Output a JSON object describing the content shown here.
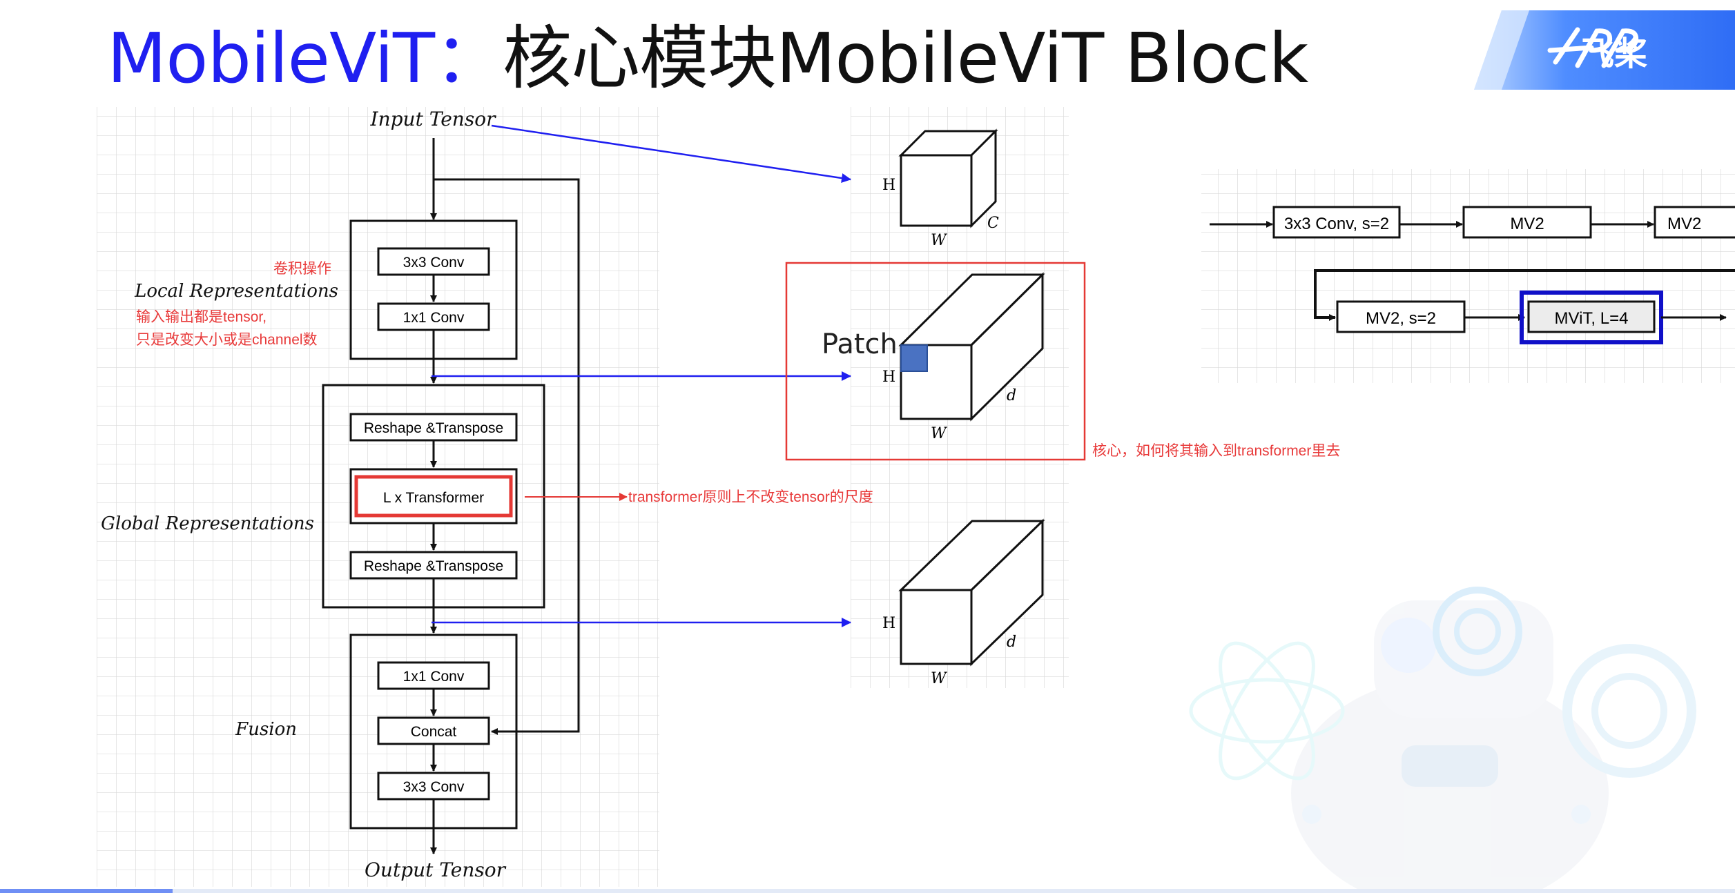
{
  "title": {
    "en": "MobileViT",
    "sep": "：",
    "zh": "核心模块",
    "en2": "MobileViT Block"
  },
  "logo": {
    "text": "飞桨"
  },
  "left_diagram": {
    "input": "Input Tensor",
    "output": "Output Tensor",
    "sections": {
      "local": "Local Representations",
      "global": "Global Representations",
      "fusion": "Fusion"
    },
    "boxes": {
      "conv3_top": "3x3 Conv",
      "conv1_top": "1x1 Conv",
      "reshape1": "Reshape &Transpose",
      "transformer": "L x Transformer",
      "reshape2": "Reshape &Transpose",
      "conv1_bottom": "1x1 Conv",
      "concat": "Concat",
      "conv3_bottom": "3x3 Conv"
    }
  },
  "annotations": {
    "conv_op": "卷积操作",
    "io_line1": "输入输出都是tensor,",
    "io_line2": "只是改变大小或是channel数",
    "transformer_note": "transformer原则上不改变tensor的尺度",
    "core_note": "核心，如何将其输入到transformer里去"
  },
  "tensors": {
    "t1": {
      "h": "H",
      "w": "W",
      "c": "C"
    },
    "t2": {
      "patch": "Patch",
      "h": "H",
      "w": "W",
      "d": "d"
    },
    "t3": {
      "h": "H",
      "w": "W",
      "d": "d"
    }
  },
  "right_diagram": {
    "row1": [
      "3x3 Conv, s=2",
      "MV2",
      "MV2"
    ],
    "row2": [
      "MV2, s=2",
      "MViT, L=4"
    ]
  },
  "colors": {
    "accent_blue": "#1f1ff0",
    "note_red": "#e83a3a",
    "highlight_red": "#e53935",
    "mvit_blue": "#1010c8"
  }
}
